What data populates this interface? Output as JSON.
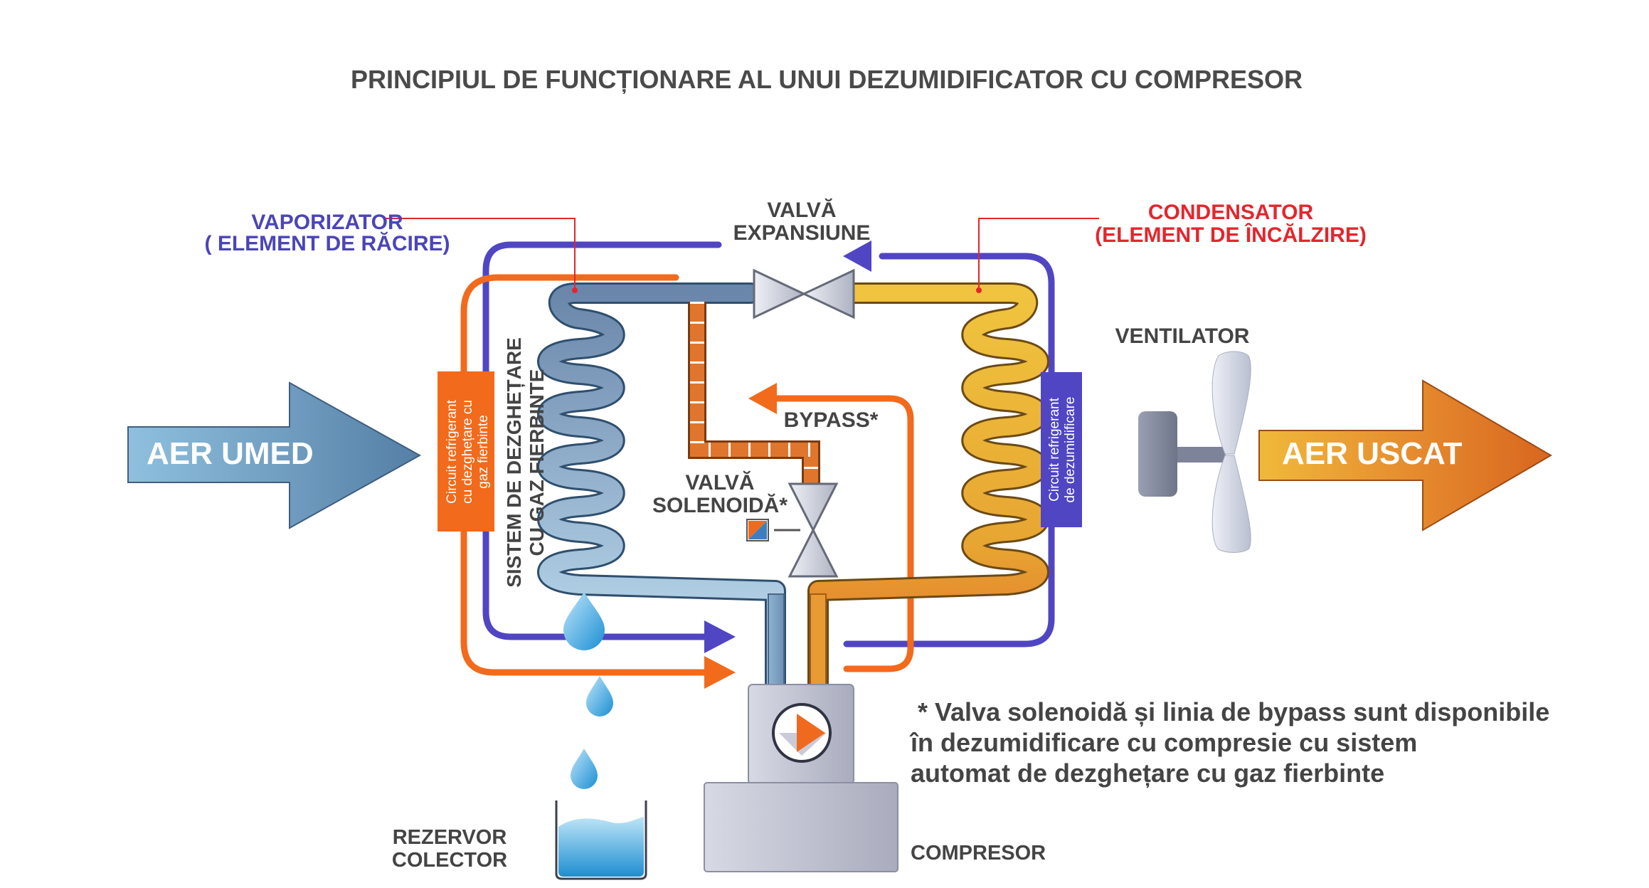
{
  "title": "PRINCIPIUL DE FUNCȚIONARE AL UNUI DEZUMIDIFICATOR CU COMPRESOR",
  "labels": {
    "vaporizator_line1": "VAPORIZATOR",
    "vaporizator_line2": "( ELEMENT DE RĂCIRE)",
    "valva_expansiune_line1": "VALVĂ",
    "valva_expansiune_line2": "EXPANSIUNE",
    "condensator_line1": "CONDENSATOR",
    "condensator_line2": "(ELEMENT DE ÎNCĂLZIRE)",
    "ventilator": "VENTILATOR",
    "bypass": "BYPASS*",
    "valva_solenoida_line1": "VALVĂ",
    "valva_solenoida_line2": "SOLENOIDĂ*",
    "aer_umed": "AER UMED",
    "aer_uscat": "AER USCAT",
    "sistem_line1": "SISTEM DE DEZGHEȚARE",
    "sistem_line2": "CU GAZ FIERBINTE",
    "circuit_left_line1": "Circuit refrigerant",
    "circuit_left_line2": "cu dezghețare cu",
    "circuit_left_line3": "gaz fierbinte",
    "circuit_right_line1": "Circuit refrigerant",
    "circuit_right_line2": "de dezumidificare",
    "rezervor_line1": "REZERVOR",
    "rezervor_line2": "COLECTOR",
    "compresor": "COMPRESOR"
  },
  "note": {
    "line1": "* Valva solenoidă și linia de bypass sunt disponibile",
    "line2": "în dezumidificare cu compresie cu sistem",
    "line3": "automat de dezghețare cu gaz fierbinte"
  },
  "colors": {
    "blue_circuit": "#4f46c4",
    "orange_circuit": "#f26a1b",
    "red_label": "#e3262d",
    "blue_label": "#4b45b8",
    "text_gray": "#444444",
    "evaporator_dark": "#6f8db0",
    "evaporator_light": "#b7d9ef",
    "condenser_yellow": "#edbb35",
    "condenser_orange": "#e86e2c"
  }
}
